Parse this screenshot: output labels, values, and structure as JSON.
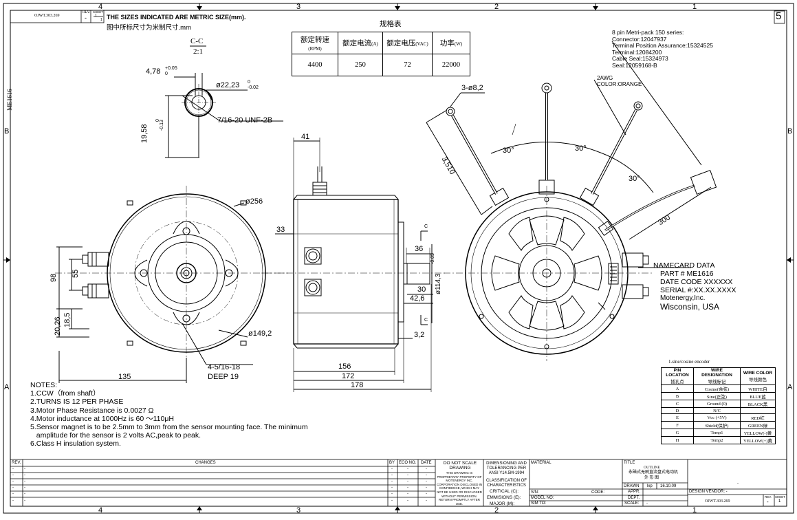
{
  "title_block_top": {
    "drawing_no": "OJWT.303.269",
    "rev_label": "REV.",
    "rev_value": "-",
    "sheet_label": "SHEET",
    "sheet_value": "1",
    "sheet_of": "1",
    "metric_note_en": "THE SIZES INDICATED ARE METRIC SIZE(mm).",
    "metric_note_cn": "图中所标尺寸为米制尺寸.mm",
    "page_number": "5"
  },
  "zones": {
    "columns": [
      "4",
      "3",
      "2",
      "1"
    ],
    "rows": [
      "B",
      "A"
    ]
  },
  "side_label": "ME1616",
  "section": {
    "label": "C-C",
    "scale": "2:1",
    "width_dim": "4,78",
    "width_tol_upper": "+0.05",
    "width_tol_lower": "0",
    "diameter_dim": "ø22,23",
    "diameter_tol_upper": "0",
    "diameter_tol_lower": "-0.02",
    "thread": "7/16-20 UNF-2B",
    "height_dim": "19,58",
    "height_tol_upper": "0",
    "height_tol_lower": "-0.13"
  },
  "spec_table": {
    "title": "规格表",
    "headers": [
      {
        "label": "额定转速",
        "unit": "(RPM)"
      },
      {
        "label": "额定电流",
        "unit": "(A)"
      },
      {
        "label": "额定电压",
        "unit": "(VAC)"
      },
      {
        "label": "功率",
        "unit": "(W)"
      }
    ],
    "values": [
      "4400",
      "250",
      "72",
      "22000"
    ]
  },
  "connector": {
    "lines": [
      "8 pin Metri-pack 150 series:",
      "Connector:12047937",
      "Terminal Position Assurance:15324525",
      "Terminal:12084200",
      "Cable Seal:15324973",
      "Seal:12059168-B"
    ]
  },
  "wire_spec": {
    "gauge": "2AWG",
    "color": "COLOR:ORANGE"
  },
  "front_view": {
    "outer_dia": "ø256",
    "bolt_circle": "ø149,2",
    "tapped_holes": "4-5/16-18",
    "deep": "DEEP 19",
    "dim_98": "98",
    "dim_55": "55",
    "dim_20_26": "20,26",
    "dim_18_5": "18,5",
    "dim_135": "135"
  },
  "side_view": {
    "dim_41": "41",
    "dim_33": "33",
    "dim_36": "36",
    "dim_30": "30",
    "dim_42_6": "42,6",
    "dim_3_2": "3,2",
    "shaft_dia": "ø114,3",
    "shaft_tol": "-0.05",
    "dim_156": "156",
    "dim_172": "172",
    "dim_178": "178",
    "section_mark": "C"
  },
  "rear_view": {
    "holes": "3-ø8,2",
    "lead_length": "3,510",
    "angle_1": "30°",
    "angle_2": "30°",
    "angle_3": "30°",
    "cable_length": "300"
  },
  "namecard": {
    "heading": "NAMECARD DATA",
    "part": "PART # ME1616",
    "date_code": "DATE CODE XXXXXX",
    "serial": "SERIAL #:XX.XX.XXXX",
    "company": "Motenergy,Inc.",
    "location": "Wisconsin, USA"
  },
  "encoder_table": {
    "caption": "1.sine/cosine encoder",
    "headers": [
      {
        "en": "PIN LOCATION",
        "cn": "插孔点"
      },
      {
        "en": "WIRE DESIGNATION",
        "cn": "导线标记"
      },
      {
        "en": "WIRE COLOR",
        "cn": "导线颜色"
      }
    ],
    "rows": [
      {
        "pin": "A",
        "designation": "Cosine(余弦)",
        "color": "WHITE白"
      },
      {
        "pin": "B",
        "designation": "Sine(正弦)",
        "color": "BLUE蓝"
      },
      {
        "pin": "C",
        "designation": "Ground (0)",
        "color": "BLACK黑"
      },
      {
        "pin": "D",
        "designation": "N/C",
        "color": ""
      },
      {
        "pin": "E",
        "designation": "Vcc (+5V)",
        "color": "RED红"
      },
      {
        "pin": "F",
        "designation": "Shield(保护)",
        "color": "GREEN绿"
      },
      {
        "pin": "G",
        "designation": "Temp1",
        "color": "YELLOW(-)黄"
      },
      {
        "pin": "H",
        "designation": "Temp2",
        "color": "YELLOW(+)黄"
      }
    ]
  },
  "notes": {
    "heading": "NOTES:",
    "items": [
      "1.CCW（from shaft）",
      "2.TURNS IS 12 PER PHASE",
      "3.Motor Phase Resistance is 0.0027 Ω",
      "4.Motor inductance at 1000Hz is 60 ～110μH",
      "5.Sensor magnet is to be 2.5mm to 3mm from the sensor mounting face. The minimum",
      "   amplitude for the sensor is 2 volts AC,peak to peak.",
      "6.Class H insulation system."
    ]
  },
  "title_block": {
    "rev": "REV.",
    "changes": "CHANGES",
    "by": "BY",
    "eco_no": "ECO NO.",
    "date": "DATE",
    "dash": "-",
    "do_not_scale": "DO NOT SCALE DRAWING",
    "proprietary": "THIS DRAWING IS PROPRIETARY PROPERTY OF MOTENERGY INC. CORPORATION DISCLOSED IN CONFIDENCE, WHICH MAY NOT BE USED OR DISCLOSED WITHOUT PERMISSION. RETURN PROMPTLY AFTER USE.",
    "dimensioning": "DIMENSIONING AND TOLERANCING PER ANSI Y14.5M-1994",
    "classification": "CLASSIFICATION OF CHARACTERISTICS",
    "critical": "CRITICAL (C):",
    "emissions": "EMMISIONS (E):",
    "major": "MAJOR (M):",
    "material": "MATERIAL",
    "sn": "S/N:",
    "code": "CODE:",
    "model_no": "MODEL NO:",
    "sim_to": "SIM TO:",
    "title_label": "TITLE",
    "title_outline": "OUTLINE",
    "title_cn_1": "永磁式无刷直流盘式电动机",
    "title_cn_2": "外 形 图",
    "drawn": "DRAWN",
    "drawn_by": "lxp",
    "drawn_date": "16.10.09",
    "appr": "APPR.",
    "dept": "DEPT.",
    "scale": "SCALE:",
    "scale_value": "-",
    "design_vendor": "DESIGN VENDOR: -",
    "drawing_no": "OJWT.303.269",
    "rev_label": "REV.",
    "rev_value": "-",
    "sheet_label": "SHEET",
    "sheet_value": "1"
  }
}
